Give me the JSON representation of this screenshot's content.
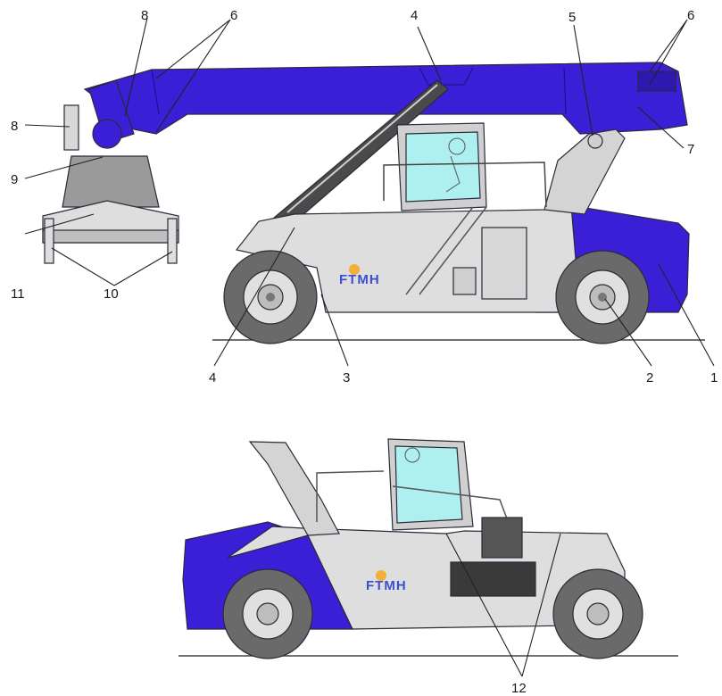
{
  "colors": {
    "boom_blue": "#3a1fd6",
    "body_grey": "#dedede",
    "dark_grey": "#9a9a9a",
    "tire": "#6a6a6a",
    "cab_glass": "#aef0f0",
    "brand_blue": "#3b4fd0",
    "brand_orange": "#f2b035"
  },
  "brand": {
    "logo_text": "FTMH"
  },
  "callouts": {
    "c1": "1",
    "c2": "2",
    "c3": "3",
    "c4a": "4",
    "c4b": "4",
    "c5": "5",
    "c6a": "6",
    "c6b": "6",
    "c7": "7",
    "c8a": "8",
    "c8b": "8",
    "c9": "9",
    "c10": "10",
    "c11": "11",
    "c12": "12"
  }
}
